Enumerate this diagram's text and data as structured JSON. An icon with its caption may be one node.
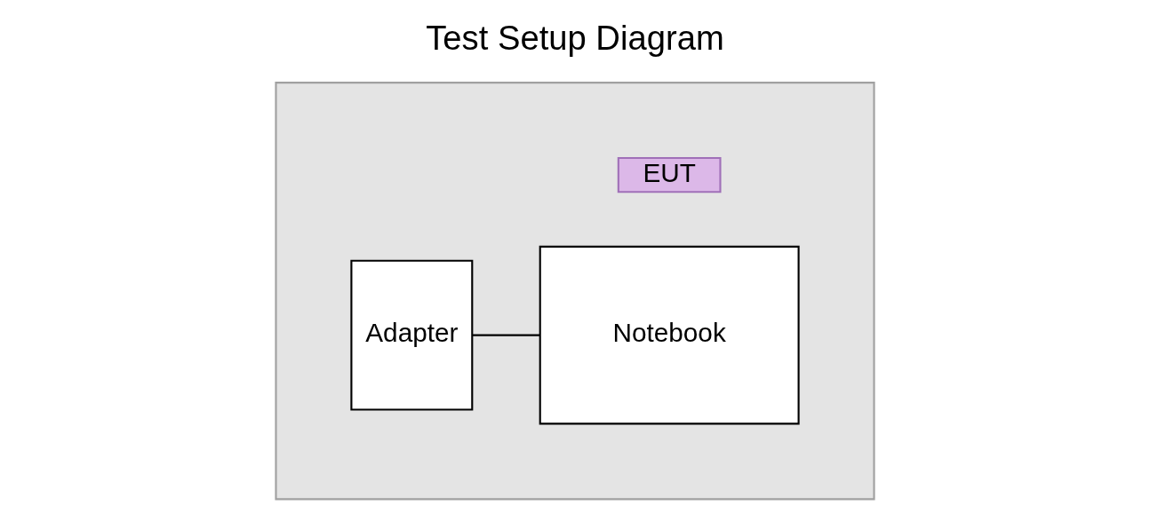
{
  "diagram": {
    "title": "Test Setup Diagram",
    "nodes": [
      {
        "text": [],
        "shape": "box"
      },
      {
        "text": [
          "Adapter"
        ],
        "in": 0
      },
      {
        "text": [
          "Notebook"
        ],
        "in": 0,
        "beside": [
          "EUT"
        ]
      }
    ],
    "edges": [
      {
        "from": 1,
        "to": 2,
        "arrow": "none"
      }
    ]
  }
}
